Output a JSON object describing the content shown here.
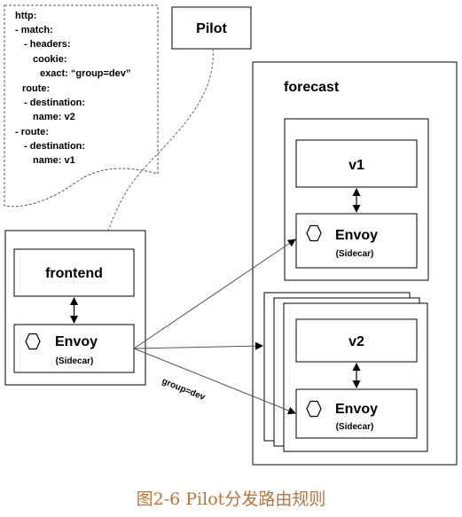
{
  "config_note": {
    "lines": [
      "http:",
      "- match:",
      "- headers:",
      "cookie:",
      "exact: “group=dev”",
      "route:",
      "- destination:",
      "name: v2",
      "- route:",
      "- destination:",
      "name: v1"
    ]
  },
  "pilot": {
    "label": "Pilot"
  },
  "frontend": {
    "app_label": "frontend",
    "proxy_label": "Envoy",
    "proxy_sub": "(Sidecar)"
  },
  "forecast": {
    "title": "forecast",
    "v1": {
      "app_label": "v1",
      "proxy_label": "Envoy",
      "proxy_sub": "(Sidecar)"
    },
    "v2": {
      "app_label": "v2",
      "proxy_label": "Envoy",
      "proxy_sub": "(Sidecar)"
    }
  },
  "edge_label": "group=dev",
  "caption": "图2-6 Pilot分发路由规则"
}
